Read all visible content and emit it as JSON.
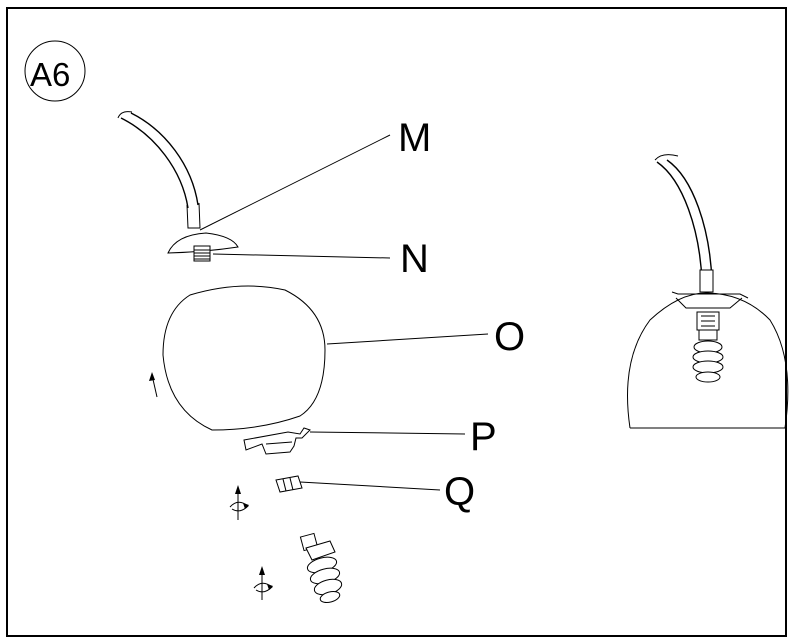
{
  "step_label": "A6",
  "part_labels": {
    "M": "M",
    "N": "N",
    "O": "O",
    "P": "P",
    "Q": "Q"
  },
  "colors": {
    "line": "#000000",
    "background": "#ffffff"
  }
}
